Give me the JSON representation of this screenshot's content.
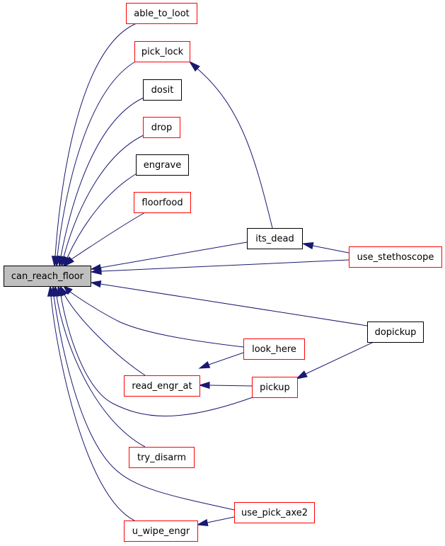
{
  "graph": {
    "colors": {
      "edge": "#191970",
      "focus_fill": "#bfbfbf",
      "focus_border": "#000000",
      "linked_border": "#ff0000",
      "plain_border": "#000000",
      "node_fill": "#ffffff"
    },
    "nodes": {
      "can_reach_floor": {
        "label": "can_reach_floor",
        "kind": "focus"
      },
      "able_to_loot": {
        "label": "able_to_loot",
        "kind": "linked"
      },
      "pick_lock": {
        "label": "pick_lock",
        "kind": "linked"
      },
      "dosit": {
        "label": "dosit",
        "kind": "plain"
      },
      "drop": {
        "label": "drop",
        "kind": "linked"
      },
      "engrave": {
        "label": "engrave",
        "kind": "plain"
      },
      "floorfood": {
        "label": "floorfood",
        "kind": "linked"
      },
      "its_dead": {
        "label": "its_dead",
        "kind": "plain"
      },
      "use_stethoscope": {
        "label": "use_stethoscope",
        "kind": "linked"
      },
      "dopickup": {
        "label": "dopickup",
        "kind": "plain"
      },
      "look_here": {
        "label": "look_here",
        "kind": "linked"
      },
      "read_engr_at": {
        "label": "read_engr_at",
        "kind": "linked"
      },
      "pickup": {
        "label": "pickup",
        "kind": "linked"
      },
      "try_disarm": {
        "label": "try_disarm",
        "kind": "linked"
      },
      "use_pick_axe2": {
        "label": "use_pick_axe2",
        "kind": "linked"
      },
      "u_wipe_engr": {
        "label": "u_wipe_engr",
        "kind": "linked"
      }
    },
    "edges": [
      {
        "from": "able_to_loot",
        "to": "can_reach_floor"
      },
      {
        "from": "pick_lock",
        "to": "can_reach_floor"
      },
      {
        "from": "dosit",
        "to": "can_reach_floor"
      },
      {
        "from": "drop",
        "to": "can_reach_floor"
      },
      {
        "from": "engrave",
        "to": "can_reach_floor"
      },
      {
        "from": "floorfood",
        "to": "can_reach_floor"
      },
      {
        "from": "its_dead",
        "to": "can_reach_floor"
      },
      {
        "from": "use_stethoscope",
        "to": "can_reach_floor"
      },
      {
        "from": "dopickup",
        "to": "can_reach_floor"
      },
      {
        "from": "look_here",
        "to": "can_reach_floor"
      },
      {
        "from": "read_engr_at",
        "to": "can_reach_floor"
      },
      {
        "from": "pickup",
        "to": "can_reach_floor"
      },
      {
        "from": "try_disarm",
        "to": "can_reach_floor"
      },
      {
        "from": "use_pick_axe2",
        "to": "can_reach_floor"
      },
      {
        "from": "u_wipe_engr",
        "to": "can_reach_floor"
      },
      {
        "from": "its_dead",
        "to": "pick_lock"
      },
      {
        "from": "use_stethoscope",
        "to": "its_dead"
      },
      {
        "from": "dopickup",
        "to": "pickup"
      },
      {
        "from": "look_here",
        "to": "read_engr_at"
      },
      {
        "from": "pickup",
        "to": "read_engr_at"
      },
      {
        "from": "use_pick_axe2",
        "to": "u_wipe_engr"
      }
    ]
  }
}
